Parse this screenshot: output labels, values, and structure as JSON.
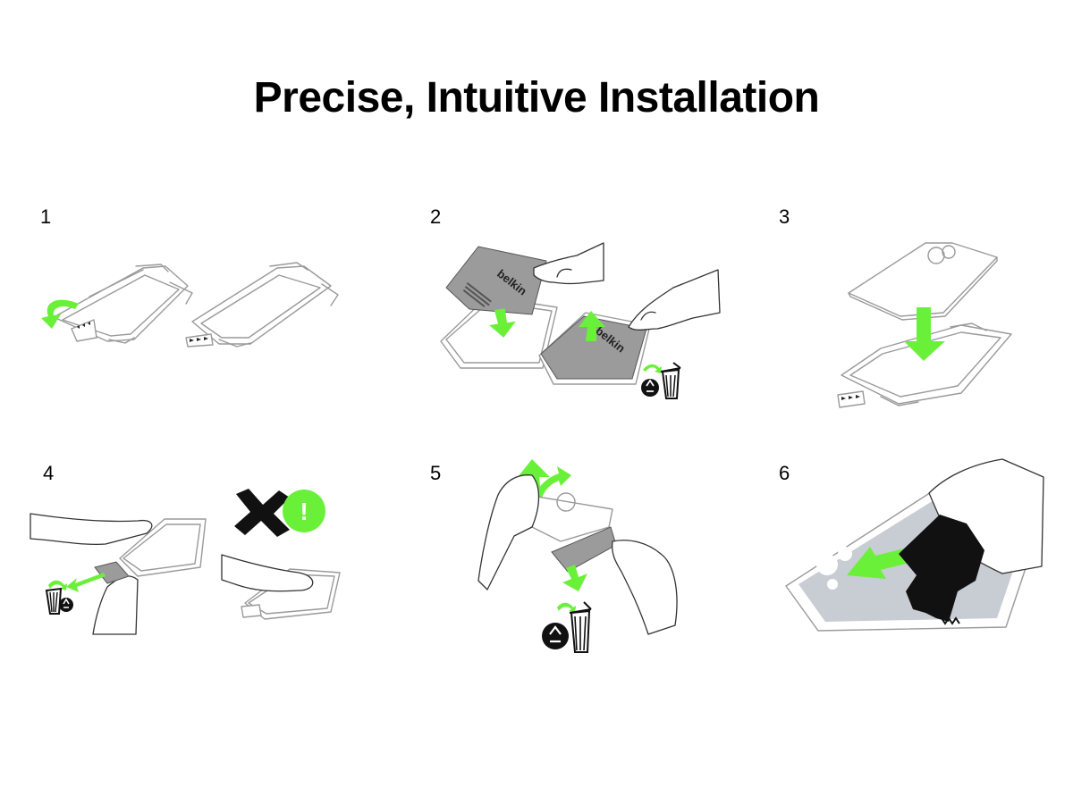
{
  "title": "Precise, Intuitive Installation",
  "colors": {
    "accent_green": "#6bf03a",
    "sticker_grey": "#9b9b9b",
    "screen_grey": "#c8cdd4",
    "line_grey": "#9a9a9a",
    "ink": "#111111"
  },
  "steps": [
    {
      "number": "1",
      "icons": [
        "installation-tray-icon",
        "rotate-arrow-icon",
        "pull-tab-icon"
      ]
    },
    {
      "number": "2",
      "sticker_brand": "belkin",
      "icons": [
        "dust-removal-sticker-icon",
        "down-arrow-icon",
        "up-arrow-icon",
        "hand-icon",
        "recycle-bin-icon"
      ]
    },
    {
      "number": "3",
      "icons": [
        "phone-icon",
        "down-arrow-icon",
        "installation-tray-icon",
        "pull-tab-icon"
      ]
    },
    {
      "number": "4",
      "warning_symbol": "!",
      "icons": [
        "hand-icon",
        "left-arrow-icon",
        "recycle-bin-icon",
        "x-mark-icon",
        "warning-icon"
      ]
    },
    {
      "number": "5",
      "icons": [
        "hand-icon",
        "up-arrow-icon",
        "down-arrow-icon",
        "recycle-bin-icon"
      ]
    },
    {
      "number": "6",
      "icons": [
        "hand-icon",
        "cleaning-cloth-icon",
        "right-arrow-icon",
        "screen-protector-icon"
      ]
    }
  ]
}
